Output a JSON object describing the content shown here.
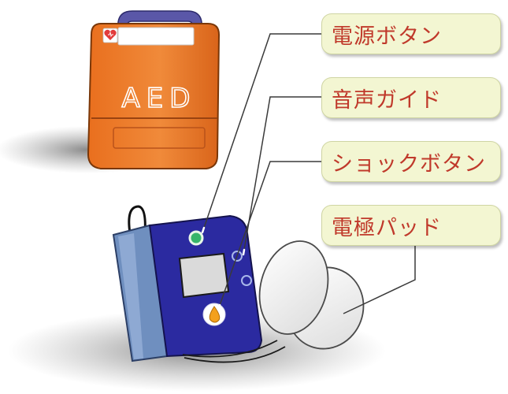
{
  "aed_case_text": "AED",
  "labels": [
    {
      "id": "power",
      "text": "電源ボタン"
    },
    {
      "id": "voice",
      "text": "音声ガイド"
    },
    {
      "id": "shock",
      "text": "ショックボタン"
    },
    {
      "id": "pads",
      "text": "電極パッド"
    }
  ],
  "colors": {
    "label_text": "#c0392b",
    "label_bg": "#f3f6d2",
    "case_orange": "#ee7a2a",
    "case_handle": "#5a57a8",
    "device_body": "#2b2aa0",
    "device_side": "#6f8fbf",
    "power_button": "#37b56a",
    "shock_button": "#f3a01d",
    "pads": "#f4f4f4"
  },
  "icons": [
    "heart-icon",
    "power-button-icon",
    "shock-button-icon",
    "speaker-icon"
  ]
}
